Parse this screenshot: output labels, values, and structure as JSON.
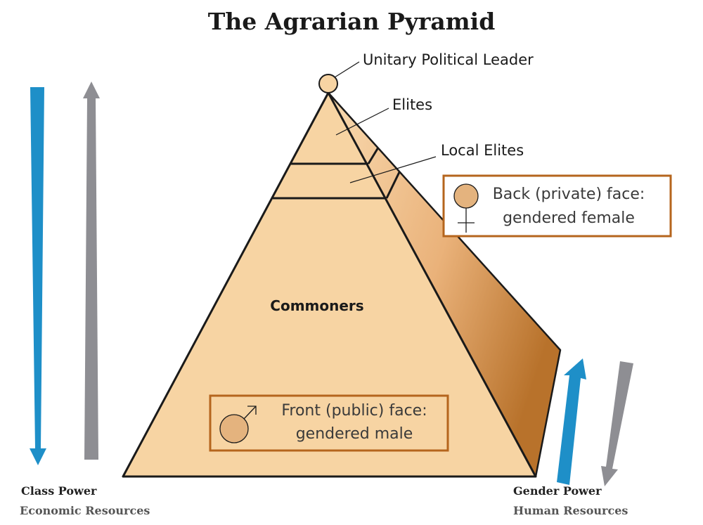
{
  "title": "The Agrarian Pyramid",
  "tiers": {
    "leader": "Unitary Political Leader",
    "elites": "Elites",
    "local_elites": "Local Elites",
    "commoners": "Commoners"
  },
  "back_face": {
    "line1": "Back (private) face:",
    "line2": "gendered female",
    "symbol": "female-symbol-icon"
  },
  "front_face": {
    "line1": "Front (public) face:",
    "line2": "gendered male",
    "symbol": "male-symbol-icon"
  },
  "class_axis": {
    "label": "Class Power",
    "sublabel": "Economic Resources"
  },
  "gender_axis": {
    "label": "Gender Power",
    "sublabel": "Human Resources"
  },
  "colors": {
    "pyramid_fill": "#f7d4a3",
    "outline": "#1a1a1a",
    "box_border": "#b5651d",
    "symbol_fill": "#e4b37e",
    "blue_arrow": "#1e8fc8",
    "gray_arrow": "#8e8e93",
    "shadow_dark": "#b8722b"
  }
}
